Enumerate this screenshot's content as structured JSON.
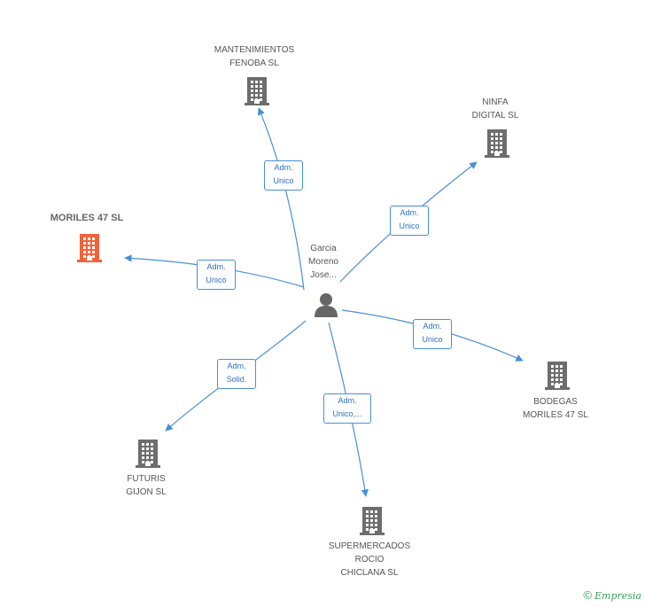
{
  "center": {
    "lines": [
      "Garcia",
      "Moreno",
      "Jose..."
    ]
  },
  "companies": [
    {
      "key": "mantenimientos",
      "lines": [
        "MANTENIMIENTOS",
        "FENOBA SL"
      ],
      "highlight": false
    },
    {
      "key": "ninfa",
      "lines": [
        "NINFA",
        "DIGITAL SL"
      ],
      "highlight": false
    },
    {
      "key": "moriles",
      "lines": [
        "MORILES 47 SL"
      ],
      "highlight": true
    },
    {
      "key": "bodegas",
      "lines": [
        "BODEGAS",
        "MORILES 47 SL"
      ],
      "highlight": false
    },
    {
      "key": "futuris",
      "lines": [
        "FUTURIS",
        "GIJON SL"
      ],
      "highlight": false
    },
    {
      "key": "supermercados",
      "lines": [
        "SUPERMERCADOS",
        "ROCIO",
        "CHICLANA SL"
      ],
      "highlight": false
    }
  ],
  "relations": [
    {
      "to": "mantenimientos",
      "lines": [
        "Adm.",
        "Unico"
      ]
    },
    {
      "to": "ninfa",
      "lines": [
        "Adm.",
        "Unico"
      ]
    },
    {
      "to": "moriles",
      "lines": [
        "Adm.",
        "Unico"
      ]
    },
    {
      "to": "bodegas",
      "lines": [
        "Adm.",
        "Unico"
      ]
    },
    {
      "to": "futuris",
      "lines": [
        "Adm.",
        "Solid."
      ]
    },
    {
      "to": "supermercados",
      "lines": [
        "Adm.",
        "Unico,..."
      ]
    }
  ],
  "footer": {
    "copyright_symbol": "©",
    "brand": "Empresia"
  },
  "colors": {
    "edge": "#4a8fd8",
    "building": "#6d6d6d",
    "highlight": "#f0623a",
    "person": "#666666"
  },
  "icons": {
    "company": "building-icon",
    "person": "person-icon"
  }
}
